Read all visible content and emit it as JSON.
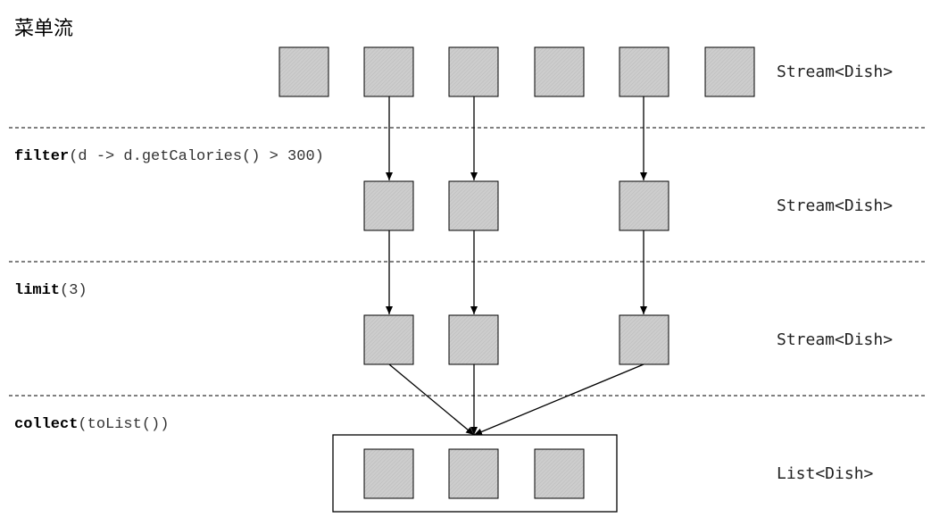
{
  "title": "菜单流",
  "stages": [
    {
      "op_name": "",
      "op_args": "",
      "type_label": "Stream<Dish>",
      "items": [
        "dish",
        "dish",
        "dish",
        "dish",
        "dish",
        "dish"
      ]
    },
    {
      "op_name": "filter",
      "op_args": "(d -> d.getCalories() > 300)",
      "type_label": "Stream<Dish>",
      "items": [
        "dish",
        "dish",
        "dish"
      ]
    },
    {
      "op_name": "limit",
      "op_args": "(3)",
      "type_label": "Stream<Dish>",
      "items": [
        "dish",
        "dish",
        "dish"
      ]
    },
    {
      "op_name": "collect",
      "op_args": "(toList())",
      "type_label": "List<Dish>",
      "items": [
        "dish",
        "dish",
        "dish"
      ]
    }
  ],
  "colors": {
    "box_fill": "#c9c9c9",
    "stroke": "#000000"
  }
}
